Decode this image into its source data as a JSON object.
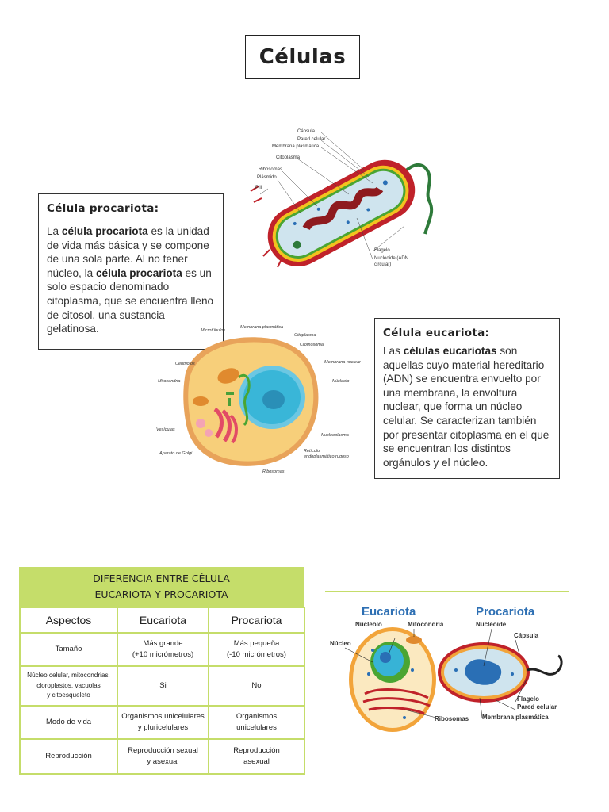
{
  "title": "Células",
  "prokaryote_box": {
    "heading": "Célula procariota:",
    "t1": "La ",
    "b1": "célula procariota",
    "t2": " es la unidad de vida más básica y se compone de una sola parte. Al no tener núcleo, la ",
    "b2": "célula procariota",
    "t3": " es un solo espacio denominado citoplasma, que se encuentra lleno de citosol, una sustancia gelatinosa."
  },
  "eukaryote_box": {
    "heading": "Célula eucariota:",
    "t1": "Las ",
    "b1": "células eucariotas",
    "t2": " son aquellas cuyo material hereditario (ADN) se encuentra envuelto por una membrana, la envoltura nuclear, que forma un núcleo celular. Se caracterizan también por presentar citoplasma en el que se encuentran los distintos orgánulos y el núcleo."
  },
  "prokaryote_diagram": {
    "labels": [
      "Cápsula",
      "Pared celular",
      "Membrana plasmática",
      "Citoplasma",
      "Ribosomas",
      "Plásmido",
      "Pili",
      "Flagelo",
      "Nucleoide (ADN",
      "circular)"
    ],
    "colors": {
      "capsule": "#c0222a",
      "wall": "#f3c31f",
      "membrane": "#4aa532",
      "cytoplasm": "#cfe4ee",
      "dna": "#8e1a1e",
      "flagellum": "#2e7a3a"
    }
  },
  "eukaryote_diagram": {
    "labels": [
      "Microtúbulos",
      "Membrana plasmática",
      "Citoplasma",
      "Cromosoma",
      "Centriolos",
      "Membrana nuclear",
      "Núcleolo",
      "Mitocondria",
      "Vesículas",
      "Nucleoplasma",
      "Aparato de Golgi",
      "Retículo",
      "endoplasmático rugoso",
      "Ribosomas"
    ],
    "colors": {
      "cytoplasm": "#f7cf7a",
      "membrane": "#e8a35a",
      "nucleus": "#39b6d8",
      "nucleolus": "#2a8fb7",
      "golgi": "#e24b66",
      "mitochondria": "#e08a2e"
    }
  },
  "comparison_table": {
    "title_line1": "DIFERENCIA ENTRE CÉLULA",
    "title_line2": "EUCARIOTA Y PROCARIOTA",
    "columns": [
      "Aspectos",
      "Eucariota",
      "Procariota"
    ],
    "rows": [
      {
        "aspect": [
          "Tamaño"
        ],
        "euk": [
          "Más grande",
          "(+10 micrómetros)"
        ],
        "pro": [
          "Más pequeña",
          "(-10 micrómetros)"
        ]
      },
      {
        "aspect": [
          "Núcleo celular, mitocondrias,",
          "cloroplastos, vacuolas",
          "y citoesqueleto"
        ],
        "euk": [
          "Si"
        ],
        "pro": [
          "No"
        ]
      },
      {
        "aspect": [
          "Modo de vida"
        ],
        "euk": [
          "Organismos unicelulares",
          "y pluricelulares"
        ],
        "pro": [
          "Organismos",
          "unicelulares"
        ]
      },
      {
        "aspect": [
          "Reproducción"
        ],
        "euk": [
          "Reproducción sexual",
          "y asexual"
        ],
        "pro": [
          "Reproducción",
          "asexual"
        ]
      }
    ],
    "accent": "#c5dd6a"
  },
  "comparison_diagram": {
    "euk_title": "Eucariota",
    "pro_title": "Procariota",
    "labels": [
      "Nucleolo",
      "Mitocondria",
      "Núcleo",
      "Ribosomas",
      "Nucleoide",
      "Cápsula",
      "Flagelo",
      "Pared celular",
      "Membrana plasmática"
    ],
    "colors": {
      "title": "#2d6fb3",
      "line": "#c5dd6a"
    }
  }
}
